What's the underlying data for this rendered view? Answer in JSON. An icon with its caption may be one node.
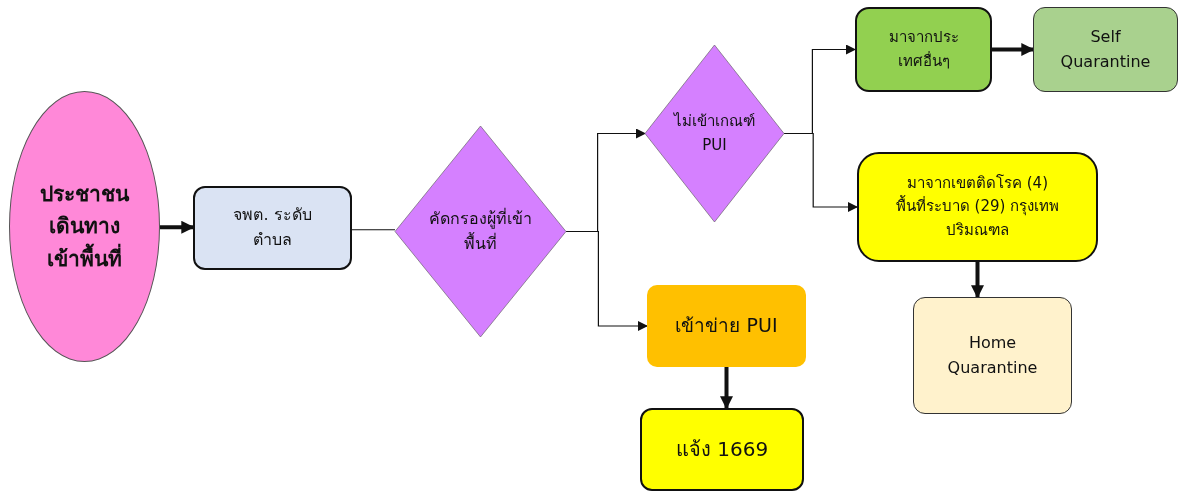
{
  "diagram": {
    "nodes": [
      {
        "text": [
          "ประชาชนเดินทางเข้าพื้นที่"
        ]
      },
      {
        "text": [
          "จพต. ระดับตำบล"
        ]
      },
      {
        "text": [
          "คัดกรองผู้ที่เข้าพื้นที่"
        ]
      },
      {
        "text": [
          "ไม่เข้าเกณฑ์ PUI"
        ]
      },
      {
        "text": [
          "เข้าข่าย PUI"
        ]
      },
      {
        "text": [
          "แจ้ง 1669"
        ]
      },
      {
        "text": [
          "มาจากประเทศอื่นๆ"
        ]
      },
      {
        "text": [
          "Self Quarantine"
        ]
      },
      {
        "text": [
          "มาจากเขตติดโรค (4) พื้นที่ระบาด (29) กรุงเทพ ปริมณฑล"
        ]
      },
      {
        "text": [
          "Home Quarantine"
        ]
      }
    ],
    "edges": [
      {
        "from": 0,
        "to": 1,
        "arrow": "to",
        "style": "thick"
      },
      {
        "from": 1,
        "to": 2,
        "arrow": "none"
      },
      {
        "from": 2,
        "to": 3,
        "arrow": "to"
      },
      {
        "from": 2,
        "to": 4,
        "arrow": "to"
      },
      {
        "from": 3,
        "to": 6,
        "arrow": "to"
      },
      {
        "from": 3,
        "to": 8,
        "arrow": "to"
      },
      {
        "from": 6,
        "to": 7,
        "arrow": "to",
        "style": "thick"
      },
      {
        "from": 8,
        "to": 9,
        "arrow": "to",
        "style": "thick"
      },
      {
        "from": 4,
        "to": 5,
        "arrow": "to",
        "style": "thick"
      }
    ]
  }
}
